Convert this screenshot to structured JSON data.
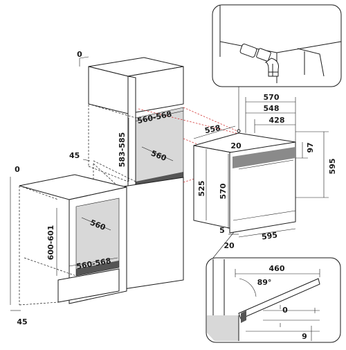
{
  "colors": {
    "line": "#1a1a1a",
    "guide": "#d33a3a",
    "shade_dark": "#555555",
    "shade_light": "#d8d8d8"
  },
  "tall_cabinet": {
    "top_offset": "0",
    "side_offset": "45",
    "niche_height": "583-585",
    "niche_width": "560-568",
    "niche_depth": "560"
  },
  "base_cabinet": {
    "top_offset": "0",
    "bottom_offset": "45",
    "niche_height": "600-601",
    "niche_width": "560-568",
    "niche_depth": "560"
  },
  "oven": {
    "width_top": "570",
    "width_mid": "548",
    "width_inner": "428",
    "depth": "558",
    "panel": "20",
    "front_height": "97",
    "total_height": "595",
    "body_height": "525",
    "height_570": "570",
    "bottom_gap": "5",
    "bottom_front": "20",
    "front_width": "595"
  },
  "door_detail": {
    "depth": "460",
    "angle": "89°",
    "gap_top": "0",
    "gap_bottom": "9"
  }
}
